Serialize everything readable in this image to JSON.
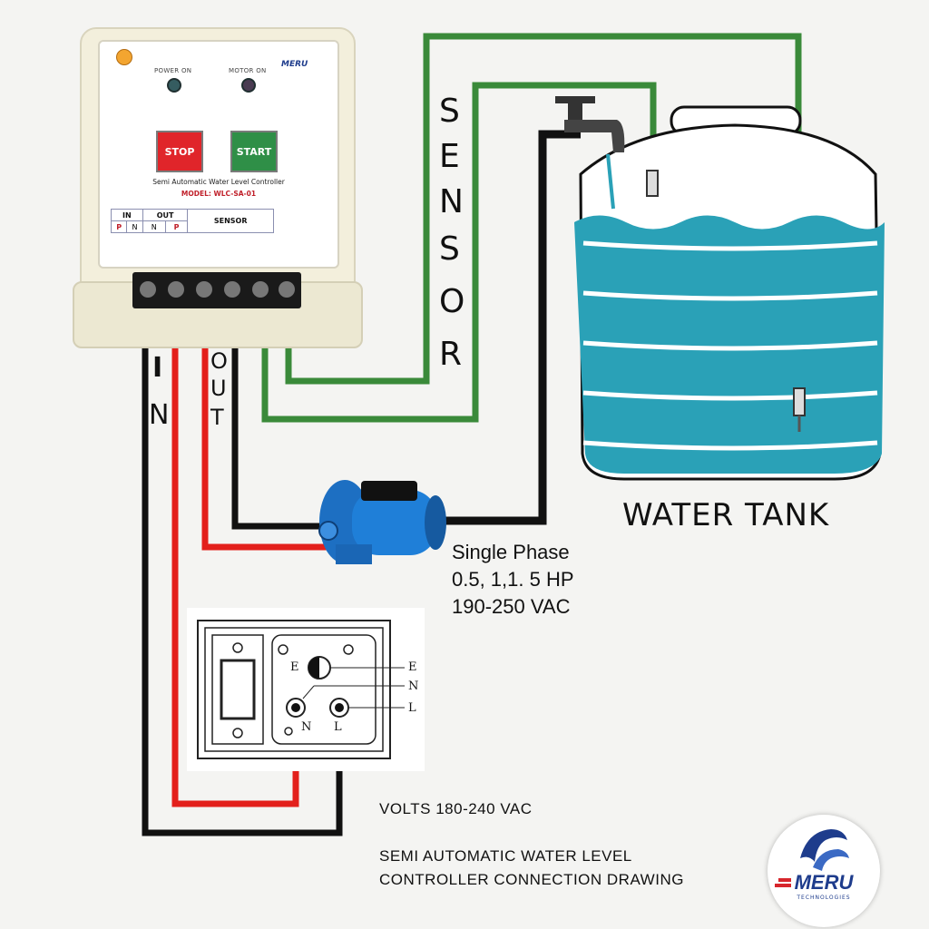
{
  "controller": {
    "power_on_label": "POWER ON",
    "motor_on_label": "MOTOR ON",
    "stop_label": "STOP",
    "start_label": "START",
    "title": "Semi Automatic Water Level Controller",
    "model": "MODEL: WLC-SA-01",
    "brand": "MERU",
    "terminal_headers": [
      "IN",
      "OUT",
      "SENSOR"
    ],
    "terminal_cells": [
      "P",
      "N",
      "N",
      "P"
    ]
  },
  "labels": {
    "sensor_letters": [
      "S",
      "E",
      "N",
      "S",
      "O",
      "R"
    ],
    "in_letters": [
      "I",
      "N"
    ],
    "out_letters": [
      "O",
      "U",
      "T"
    ],
    "water_tank": "WATER TANK"
  },
  "pump_spec": {
    "line1": "Single Phase",
    "line2": "0.5, 1,1. 5 HP",
    "line3": "190-250 VAC"
  },
  "socket": {
    "e_left": "E",
    "n_left": "N",
    "l_left": "L",
    "e_right": "E",
    "n_right": "N",
    "l_right": "L"
  },
  "caption": {
    "volts": "VOLTS 180-240 VAC",
    "line1": "SEMI AUTOMATIC WATER LEVEL",
    "line2": "CONTROLLER CONNECTION DRAWING"
  },
  "logo": {
    "name": "MERU",
    "sub": "TECHNOLOGIES"
  },
  "colors": {
    "wire_green": "#3a8a3a",
    "wire_red": "#e3201c",
    "wire_black": "#111111",
    "water": "#2aa1b7",
    "stop": "#e0252a",
    "start": "#2f8f47"
  }
}
